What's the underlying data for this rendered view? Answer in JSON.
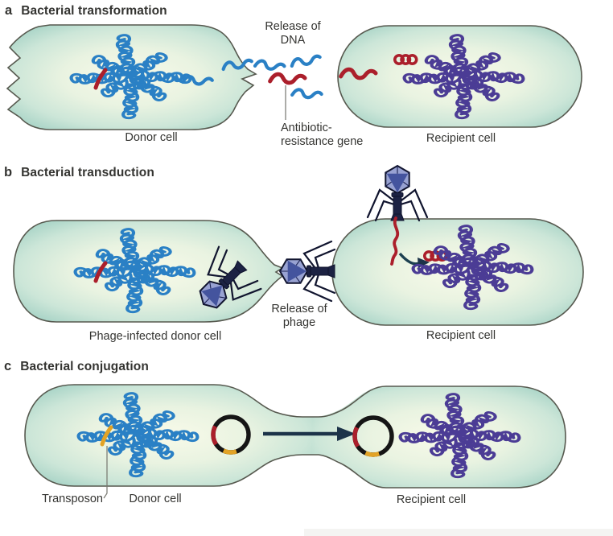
{
  "figure": {
    "panels": [
      {
        "letter": "a",
        "title": "Bacterial transformation",
        "labels": {
          "donor": "Donor cell",
          "recipient": "Recipient cell",
          "release_line1": "Release of",
          "release_line2": "DNA",
          "gene_line1": "Antibiotic-",
          "gene_line2": "resistance gene"
        }
      },
      {
        "letter": "b",
        "title": "Bacterial transduction",
        "labels": {
          "donor": "Phage-infected donor cell",
          "recipient": "Recipient cell",
          "release_line1": "Release of",
          "release_line2": "phage"
        }
      },
      {
        "letter": "c",
        "title": "Bacterial conjugation",
        "labels": {
          "transposon": "Transposon",
          "donor": "Donor cell",
          "recipient": "Recipient cell"
        }
      }
    ]
  },
  "colors": {
    "dnaBlue": "#2a80c5",
    "dnaPurple": "#4b3c95",
    "dnaRed": "#ab1f2b",
    "dnaOrange": "#e2a326",
    "plasmidRing": "#151515",
    "phageBody": "#1c2243",
    "phageHead": "#98a2d2",
    "arrowNavy": "#1c3349",
    "cellEdge": "#a9d4c7",
    "cellCenter": "#f8fae9",
    "cellOutline": "#57594f",
    "text": "#343431"
  }
}
